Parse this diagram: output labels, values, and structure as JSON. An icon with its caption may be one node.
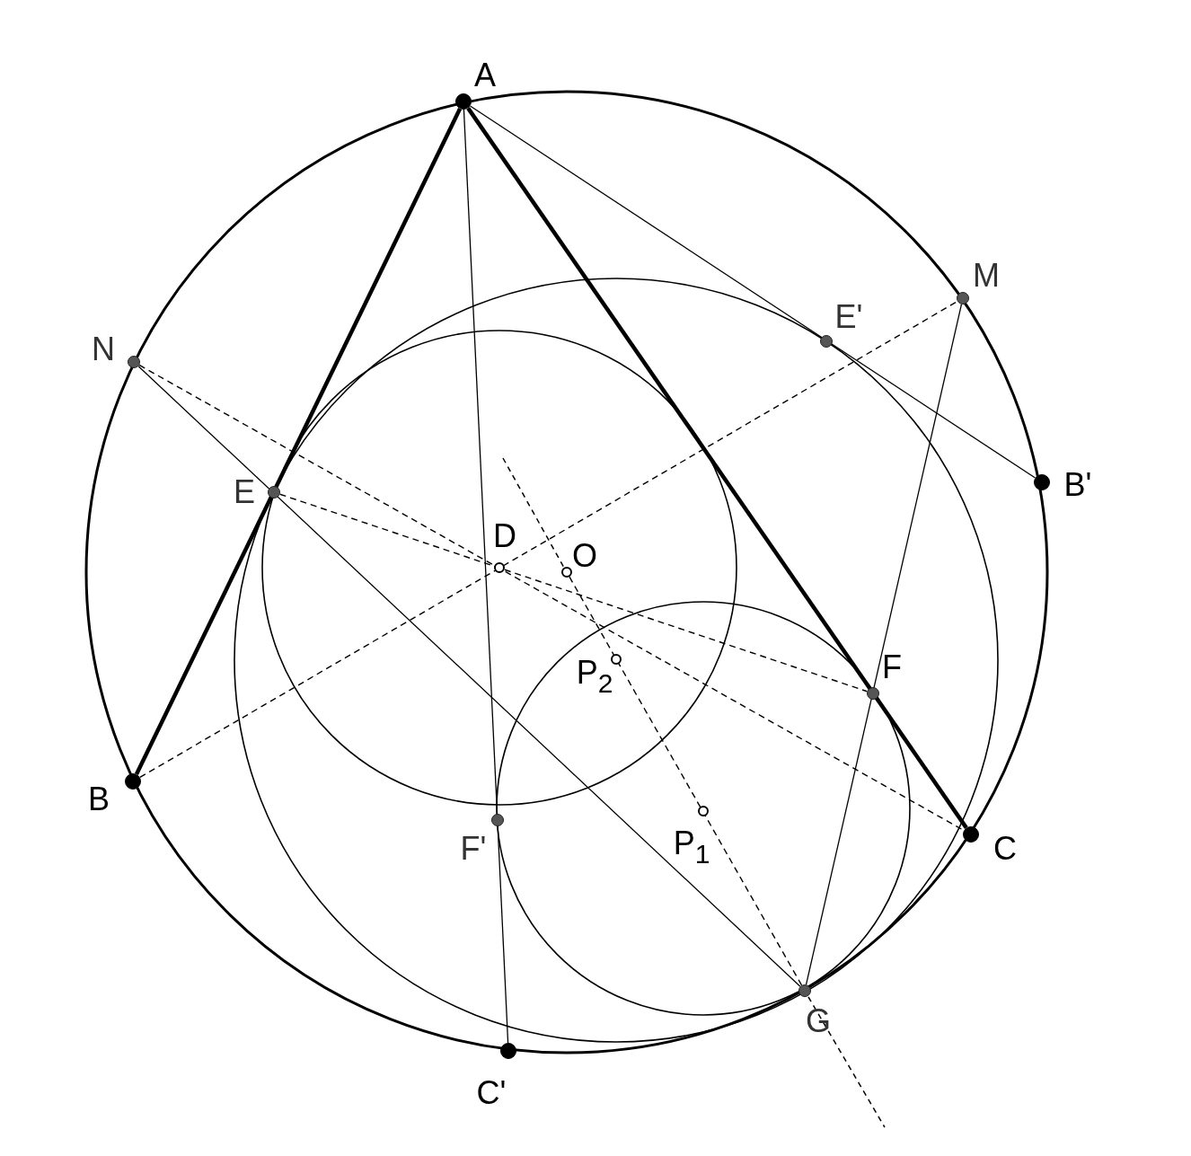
{
  "diagram": {
    "nodes": [
      {
        "text": [
          "A"
        ]
      },
      {
        "text": [
          "N"
        ]
      },
      {
        "text": [
          "M"
        ]
      },
      {
        "text": [
          "E'"
        ]
      },
      {
        "text": [
          "B'"
        ]
      },
      {
        "text": [
          "E"
        ]
      },
      {
        "text": [
          "D"
        ]
      },
      {
        "text": [
          "O"
        ]
      },
      {
        "text": [
          "P$_{2}$"
        ]
      },
      {
        "text": [
          "F"
        ]
      },
      {
        "text": [
          "B"
        ]
      },
      {
        "text": [
          "F'"
        ]
      },
      {
        "text": [
          "P$_{1}$"
        ]
      },
      {
        "text": [
          "C"
        ]
      },
      {
        "text": [
          "G"
        ]
      },
      {
        "text": [
          "C'"
        ]
      }
    ],
    "edges": [
      {
        "from": 0,
        "to": 10,
        "arrow": "none",
        "style": "thick"
      },
      {
        "from": 0,
        "to": 13,
        "arrow": "none",
        "style": "thick"
      },
      {
        "from": 0,
        "to": 4,
        "arrow": "none"
      },
      {
        "from": 0,
        "to": 15,
        "arrow": "none"
      },
      {
        "from": 1,
        "to": 14,
        "arrow": "none"
      },
      {
        "from": 2,
        "to": 14,
        "arrow": "none"
      },
      {
        "from": 10,
        "to": 2,
        "arrow": "none",
        "style": "dashed"
      },
      {
        "from": 1,
        "to": 13,
        "arrow": "none",
        "style": "dashed"
      },
      {
        "from": 5,
        "to": 9,
        "arrow": "none",
        "style": "dashed"
      },
      {
        "from": 7,
        "to": 14,
        "arrow": "none",
        "style": "dashed"
      }
    ]
  }
}
